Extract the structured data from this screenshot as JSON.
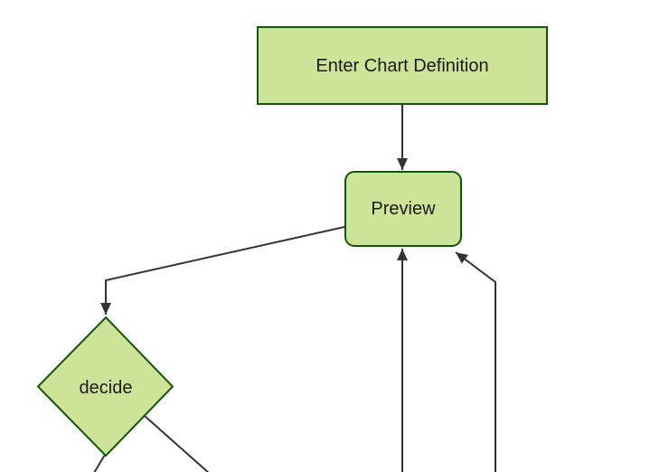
{
  "diagram": {
    "type": "flowchart",
    "direction": "top-down",
    "nodes": [
      {
        "id": "enter-chart-definition",
        "label": "Enter Chart Definition",
        "shape": "rectangle"
      },
      {
        "id": "preview",
        "label": "Preview",
        "shape": "rounded-rectangle"
      },
      {
        "id": "decide",
        "label": "decide",
        "shape": "diamond"
      }
    ],
    "edges": [
      {
        "from": "enter-chart-definition",
        "to": "preview",
        "arrowhead": true
      },
      {
        "from": "preview",
        "to": "decide",
        "arrowhead": true
      },
      {
        "from": "offscreen-bottom",
        "to": "preview",
        "arrowhead": true
      },
      {
        "from": "offscreen-bottom-right",
        "to": "preview",
        "arrowhead": true
      },
      {
        "from": "decide",
        "to": "offscreen-bottom-left",
        "arrowhead": false
      },
      {
        "from": "decide",
        "to": "offscreen-bottom-right",
        "arrowhead": false
      }
    ],
    "colors": {
      "background": "#ffffff",
      "node_fill": "#cde498",
      "node_border": "#13540c",
      "edge_line": "#333333",
      "text": "#1b1b1b"
    }
  }
}
